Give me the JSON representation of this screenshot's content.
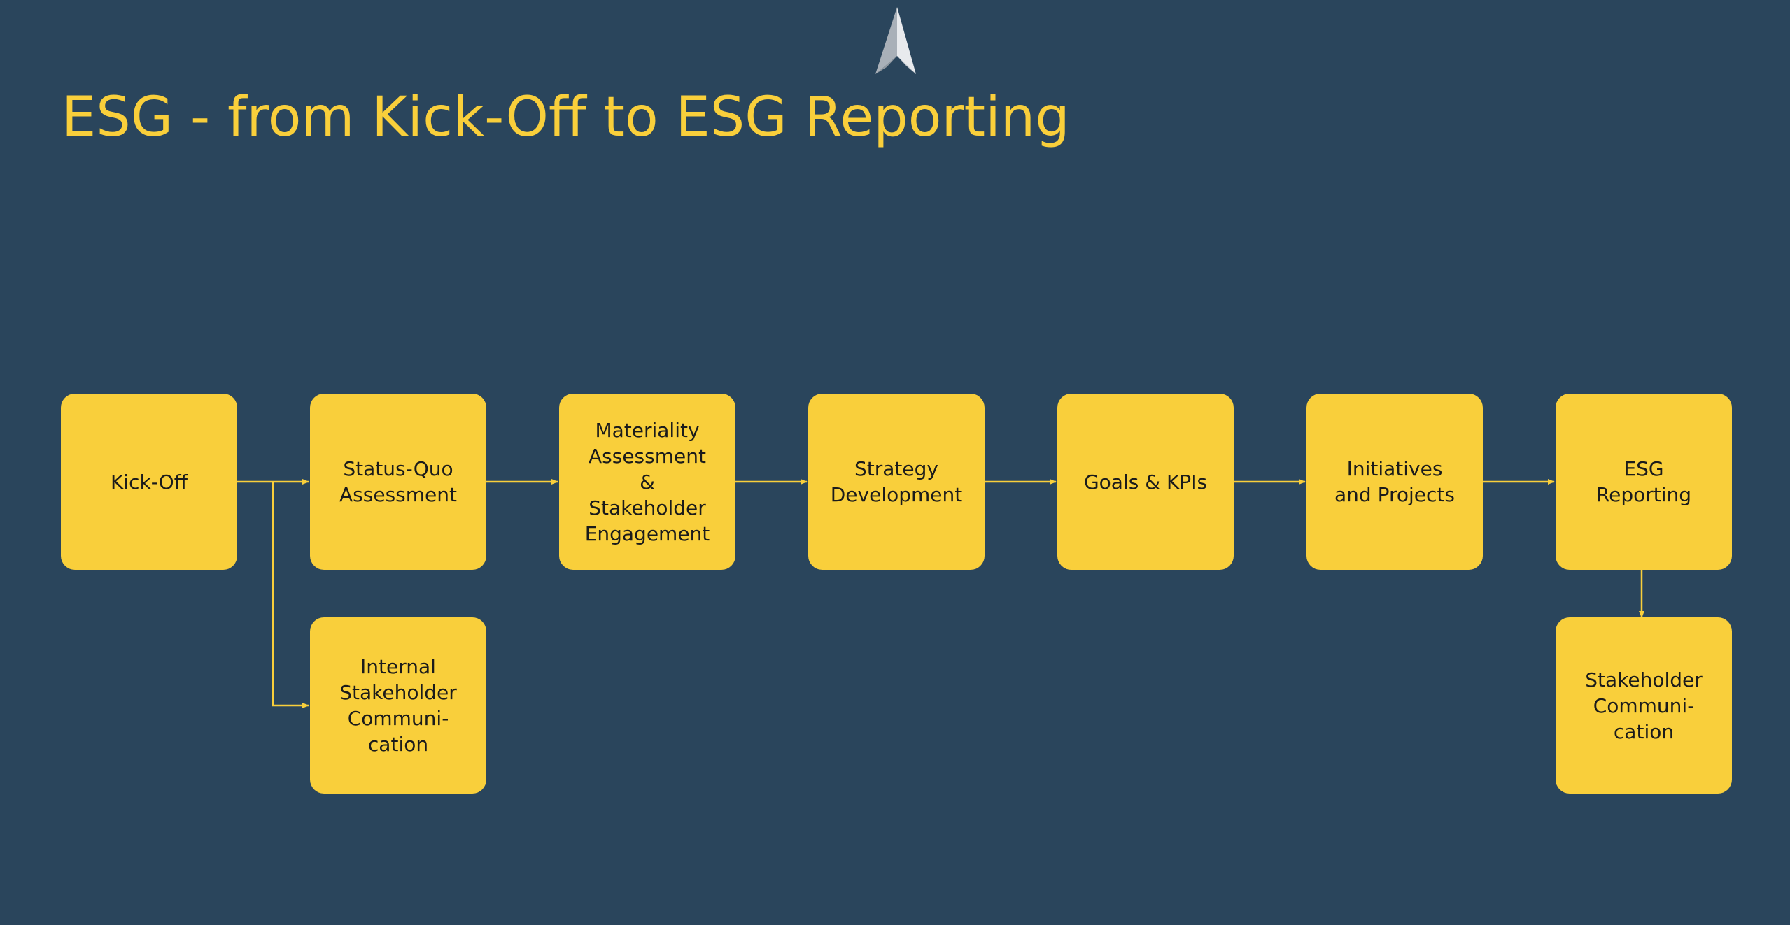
{
  "title": "ESG - from Kick-Off to ESG Reporting",
  "colors": {
    "background": "#2a455c",
    "accent": "#f9cf3b",
    "box_text": "#1b1b1b",
    "logo_light": "#e8eaed",
    "logo_shade": "#a9b0b8"
  },
  "logo": {
    "icon": "paper-plane-logo-icon"
  },
  "steps": {
    "kick_off": "Kick-Off",
    "status_quo": "Status-Quo\nAssessment",
    "materiality": "Materiality\nAssessment\n&\nStakeholder\nEngagement",
    "strategy": "Strategy\nDevelopment",
    "goals": "Goals & KPIs",
    "initiatives": "Initiatives\nand Projects",
    "esg_reporting": "ESG\nReporting",
    "internal_communication": "Internal\nStakeholder\nCommuni-\ncation",
    "stakeholder_communication": "Stakeholder\nCommuni-\ncation"
  }
}
